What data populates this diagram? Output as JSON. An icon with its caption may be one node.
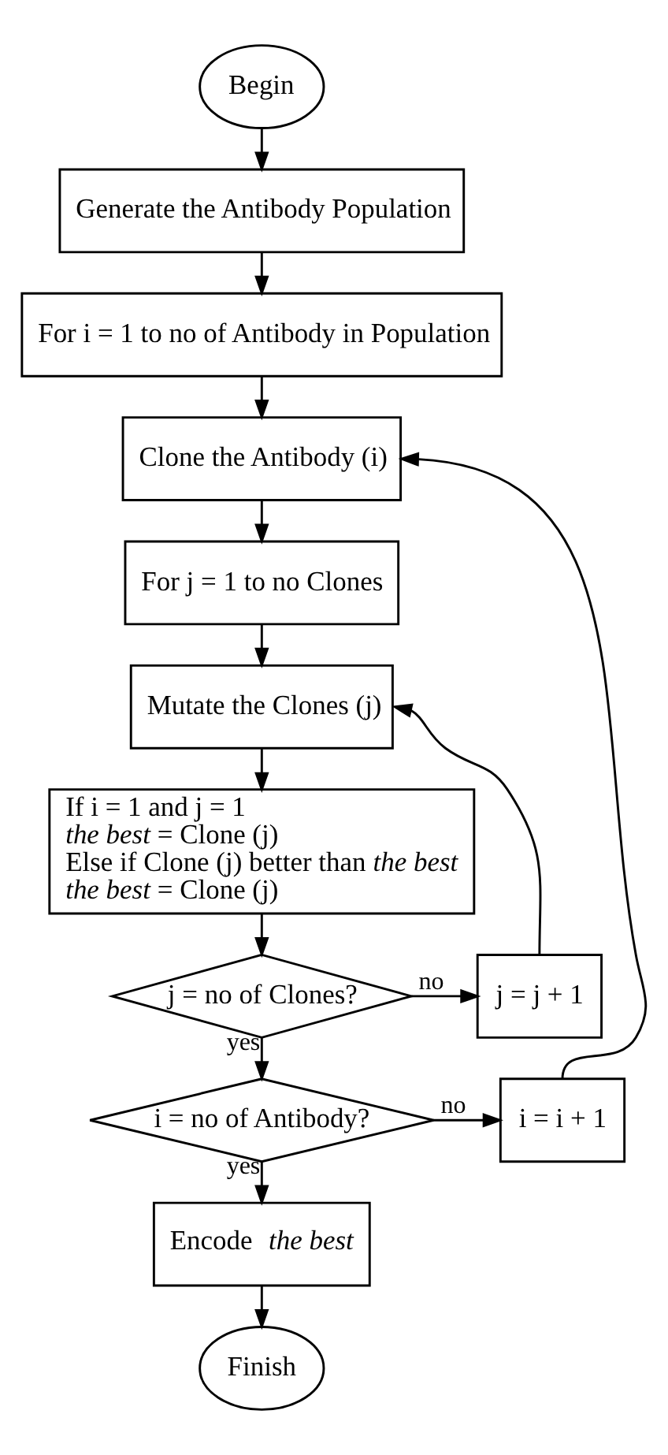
{
  "diagram": {
    "nodes": [
      {
        "text": [
          "Begin"
        ]
      },
      {
        "text": [
          "Generate the Antibody Population"
        ]
      },
      {
        "text": [
          "For i = 1 to no of Antibody in Population"
        ]
      },
      {
        "text": [
          "Clone the Antibody (i)"
        ]
      },
      {
        "text": [
          "For j = 1 to no Clones"
        ]
      },
      {
        "text": [
          "Mutate the Clones (j)"
        ]
      },
      {
        "text": [
          "If i = 1 and j = 1",
          "*the best* = Clone (j)",
          "Else if Clone (j) better than *the best*",
          "*the best* = Clone (j)"
        ]
      },
      {
        "text": [
          "j = no of Clones?"
        ]
      },
      {
        "text": [
          "j = j + 1"
        ]
      },
      {
        "text": [
          "i = no of Antibody?"
        ]
      },
      {
        "text": [
          "i = i + 1"
        ]
      },
      {
        "text": [
          "Encode *the best*"
        ]
      },
      {
        "text": [
          "Finish"
        ]
      }
    ],
    "edges": [
      {
        "from": 0,
        "to": 1,
        "arrow": "to"
      },
      {
        "from": 1,
        "to": 2,
        "arrow": "to"
      },
      {
        "from": 2,
        "to": 3,
        "arrow": "to"
      },
      {
        "from": 3,
        "to": 4,
        "arrow": "to"
      },
      {
        "from": 4,
        "to": 5,
        "arrow": "to"
      },
      {
        "from": 5,
        "to": 6,
        "arrow": "to"
      },
      {
        "from": 6,
        "to": 7,
        "arrow": "to"
      },
      {
        "from": 7,
        "to": 8,
        "arrow": "to",
        "label": "no"
      },
      {
        "from": 8,
        "to": 5,
        "arrow": "to"
      },
      {
        "from": 7,
        "to": 9,
        "arrow": "to",
        "label": "yes"
      },
      {
        "from": 9,
        "to": 10,
        "arrow": "to",
        "label": "no"
      },
      {
        "from": 10,
        "to": 3,
        "arrow": "to"
      },
      {
        "from": 9,
        "to": 11,
        "arrow": "to",
        "label": "yes"
      },
      {
        "from": 11,
        "to": 12,
        "arrow": "to"
      }
    ]
  }
}
